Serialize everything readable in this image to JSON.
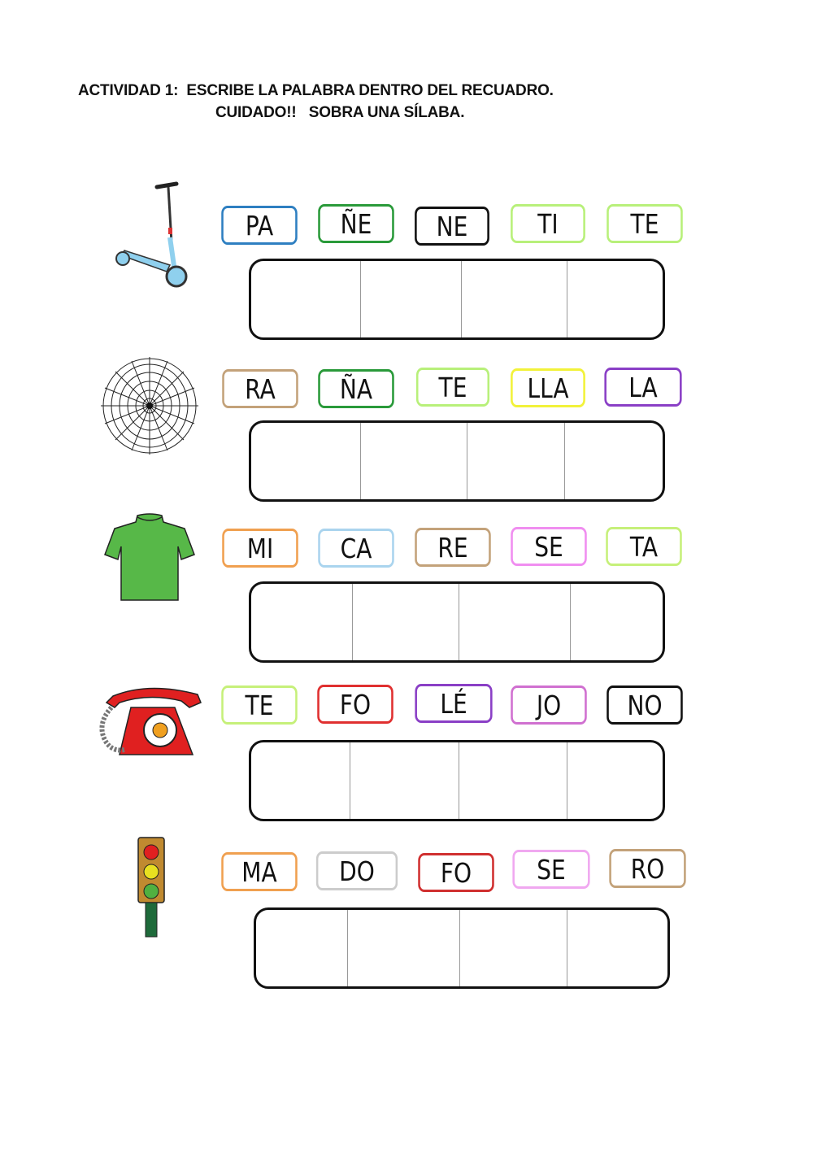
{
  "title": {
    "line1": "ACTIVIDAD 1:  ESCRIBE LA PALABRA DENTRO DEL RECUADRO.",
    "line2": "CUIDADO!!   SOBRA UNA SÍLABA."
  },
  "rows": [
    {
      "picture": "scooter-icon",
      "syllables": [
        {
          "text": "PA",
          "color": "#2e7fc1"
        },
        {
          "text": "ÑE",
          "color": "#2a9a3a"
        },
        {
          "text": "NE",
          "color": "#111111"
        },
        {
          "text": "TI",
          "color": "#b8f07a"
        },
        {
          "text": "TE",
          "color": "#b8f07a"
        }
      ]
    },
    {
      "picture": "spiderweb-icon",
      "syllables": [
        {
          "text": "RA",
          "color": "#c3a27a"
        },
        {
          "text": "ÑA",
          "color": "#2a9a3a"
        },
        {
          "text": "TE",
          "color": "#b8f07a"
        },
        {
          "text": "LLA",
          "color": "#f2f23a"
        },
        {
          "text": "LA",
          "color": "#8a3fc6"
        }
      ]
    },
    {
      "picture": "tshirt-icon",
      "syllables": [
        {
          "text": "MI",
          "color": "#f0a050"
        },
        {
          "text": "CA",
          "color": "#aad4ee"
        },
        {
          "text": "RE",
          "color": "#c3a27a"
        },
        {
          "text": "SE",
          "color": "#f08ef0"
        },
        {
          "text": "TA",
          "color": "#c6f07a"
        }
      ]
    },
    {
      "picture": "telephone-icon",
      "syllables": [
        {
          "text": "TE",
          "color": "#c6f07a"
        },
        {
          "text": "FO",
          "color": "#e03030"
        },
        {
          "text": "LÉ",
          "color": "#8a3fc6"
        },
        {
          "text": "JO",
          "color": "#d070d0"
        },
        {
          "text": "NO",
          "color": "#111111"
        }
      ]
    },
    {
      "picture": "traffic-light-icon",
      "syllables": [
        {
          "text": "MA",
          "color": "#f0a050"
        },
        {
          "text": "DO",
          "color": "#cccccc"
        },
        {
          "text": "FO",
          "color": "#d03030"
        },
        {
          "text": "SE",
          "color": "#f0a8f0"
        },
        {
          "text": "RO",
          "color": "#c3a27a"
        }
      ]
    }
  ]
}
